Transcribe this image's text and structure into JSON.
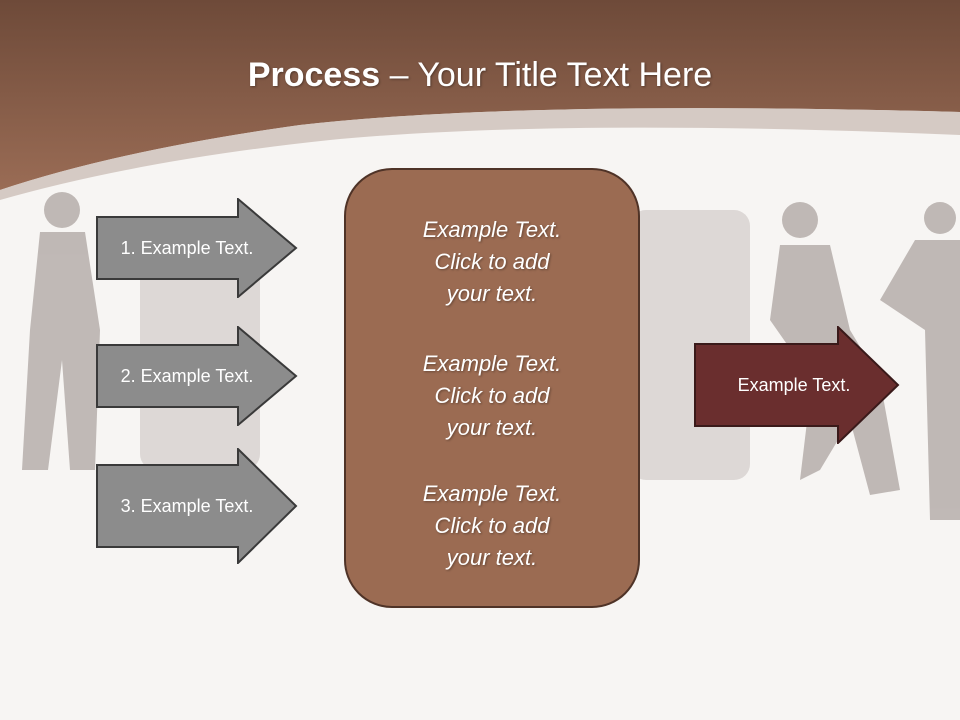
{
  "slide": {
    "title_bold": "Process",
    "title_rest": " – Your Title Text Here",
    "left_arrows": [
      {
        "label": "1. Example Text."
      },
      {
        "label": "2. Example Text."
      },
      {
        "label": "3. Example Text."
      }
    ],
    "center_box": {
      "paragraphs": [
        "Example Text.\nClick  to add\nyour text.",
        "Example Text.\nClick  to add\nyour text.",
        "Example Text.\nClick  to add\nyour text."
      ]
    },
    "right_arrow": {
      "label": "Example Text."
    }
  },
  "colors": {
    "header_brown": "#8f6450",
    "center_box": "#9b6b52",
    "gray_arrow": "#8c8c8c",
    "dark_arrow": "#6a2e2e"
  }
}
